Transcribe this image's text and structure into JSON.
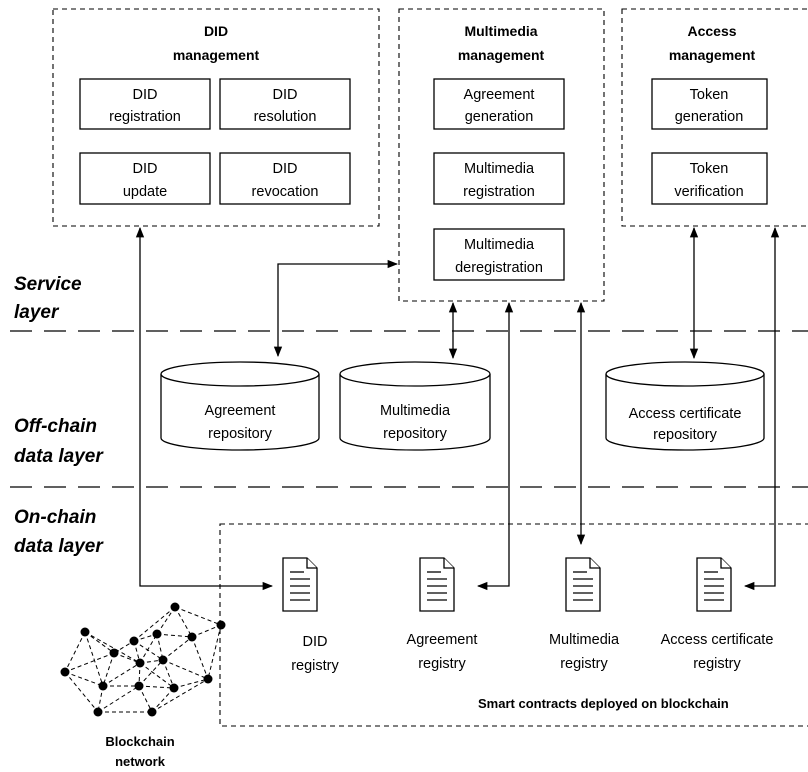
{
  "groups": {
    "did": {
      "title_line1": "DID",
      "title_line2": "management",
      "boxes": [
        {
          "line1": "DID",
          "line2": "registration"
        },
        {
          "line1": "DID",
          "line2": "resolution"
        },
        {
          "line1": "DID",
          "line2": "update"
        },
        {
          "line1": "DID",
          "line2": "revocation"
        }
      ]
    },
    "multimedia": {
      "title_line1": "Multimedia",
      "title_line2": "management",
      "boxes": [
        {
          "line1": "Agreement",
          "line2": "generation"
        },
        {
          "line1": "Multimedia",
          "line2": "registration"
        },
        {
          "line1": "Multimedia",
          "line2": "deregistration"
        }
      ]
    },
    "access": {
      "title_line1": "Access",
      "title_line2": "management",
      "boxes": [
        {
          "line1": "Token",
          "line2": "generation"
        },
        {
          "line1": "Token",
          "line2": "verification"
        }
      ]
    }
  },
  "layers": {
    "service": {
      "line1": "Service",
      "line2": "layer"
    },
    "offchain": {
      "line1": "Off-chain",
      "line2": "data layer"
    },
    "onchain": {
      "line1": "On-chain",
      "line2": "data layer"
    }
  },
  "repositories": [
    {
      "line1": "Agreement",
      "line2": "repository"
    },
    {
      "line1": "Multimedia",
      "line2": "repository"
    },
    {
      "line1": "Access certificate",
      "line2": "repository"
    }
  ],
  "registries": [
    {
      "line1": "DID",
      "line2": "registry"
    },
    {
      "line1": "Agreement",
      "line2": "registry"
    },
    {
      "line1": "Multimedia",
      "line2": "registry"
    },
    {
      "line1": "Access certificate",
      "line2": "registry"
    }
  ],
  "smart_contracts_label": "Smart contracts deployed on blockchain",
  "blockchain": {
    "line1": "Blockchain",
    "line2": "network"
  }
}
